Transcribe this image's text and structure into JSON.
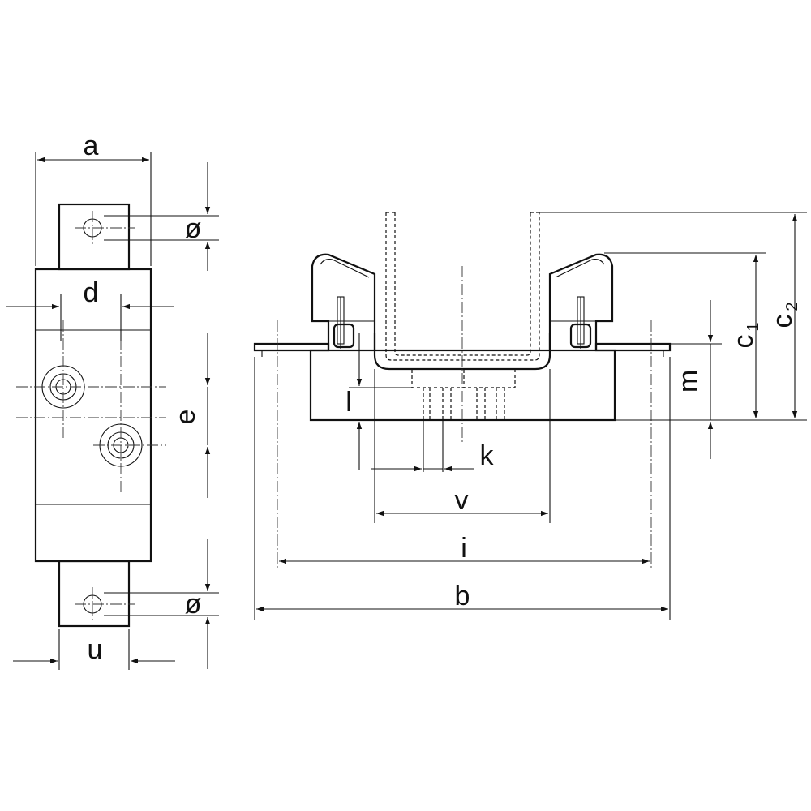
{
  "labels": {
    "a": "a",
    "diameter_top": "ø",
    "d": "d",
    "e": "e",
    "diameter_bottom": "ø",
    "u": "u",
    "c1_base": "c",
    "c1_sub": "1",
    "c2_base": "c",
    "c2_sub": "2",
    "m": "m",
    "l": "l",
    "k": "k",
    "v": "v",
    "i": "i",
    "b": "b"
  },
  "colors": {
    "line": "#111111",
    "background": "#ffffff"
  }
}
